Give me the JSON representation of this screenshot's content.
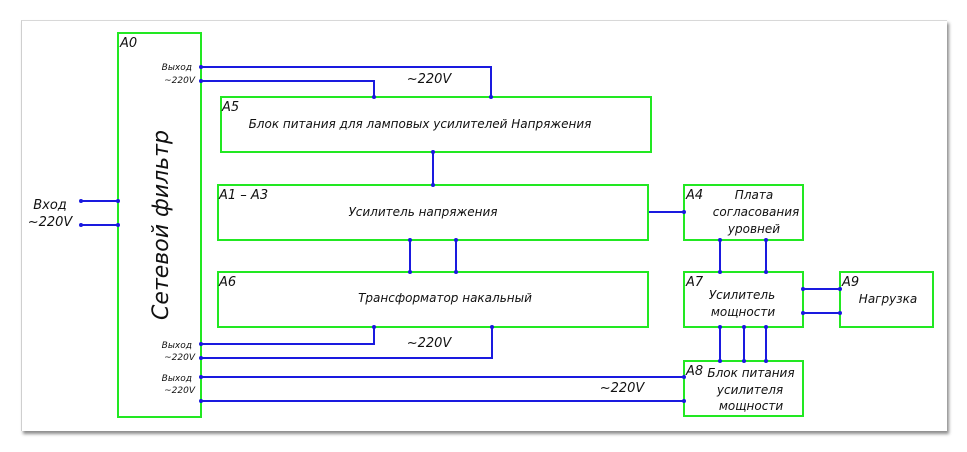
{
  "diagram": {
    "input": {
      "line1": "Вход",
      "line2": "~220V"
    },
    "blocks": {
      "A0": {
        "id": "A0",
        "title": "Сетевой фильтр",
        "outputs": [
          {
            "line1": "Выход",
            "line2": "~220V"
          },
          {
            "line1": "Выход",
            "line2": "~220V"
          },
          {
            "line1": "Выход",
            "line2": "~220V"
          }
        ]
      },
      "A5": {
        "id": "A5",
        "lines": [
          "Блок питания для ламповых усилителей Напряжения"
        ]
      },
      "A1_A3": {
        "id": "A1 – A3",
        "lines": [
          "Усилитель напряжения"
        ]
      },
      "A6": {
        "id": "A6",
        "lines": [
          "Трансформатор накальный"
        ]
      },
      "A4": {
        "id": "A4",
        "lines": [
          "Плата",
          "согласования",
          "уровней"
        ]
      },
      "A7": {
        "id": "A7",
        "lines": [
          "Усилитель",
          "мощности"
        ]
      },
      "A9": {
        "id": "A9",
        "lines": [
          "Нагрузка"
        ]
      },
      "A8": {
        "id": "A8",
        "lines": [
          "Блок питания",
          "усилителя",
          "мощности"
        ]
      }
    },
    "wire_labels": {
      "to_A5": "~220V",
      "to_A6": "~220V",
      "to_A8": "~220V"
    },
    "colors": {
      "block_border": "#22e822",
      "wire": "#1a1adf",
      "text": "#111111"
    }
  }
}
